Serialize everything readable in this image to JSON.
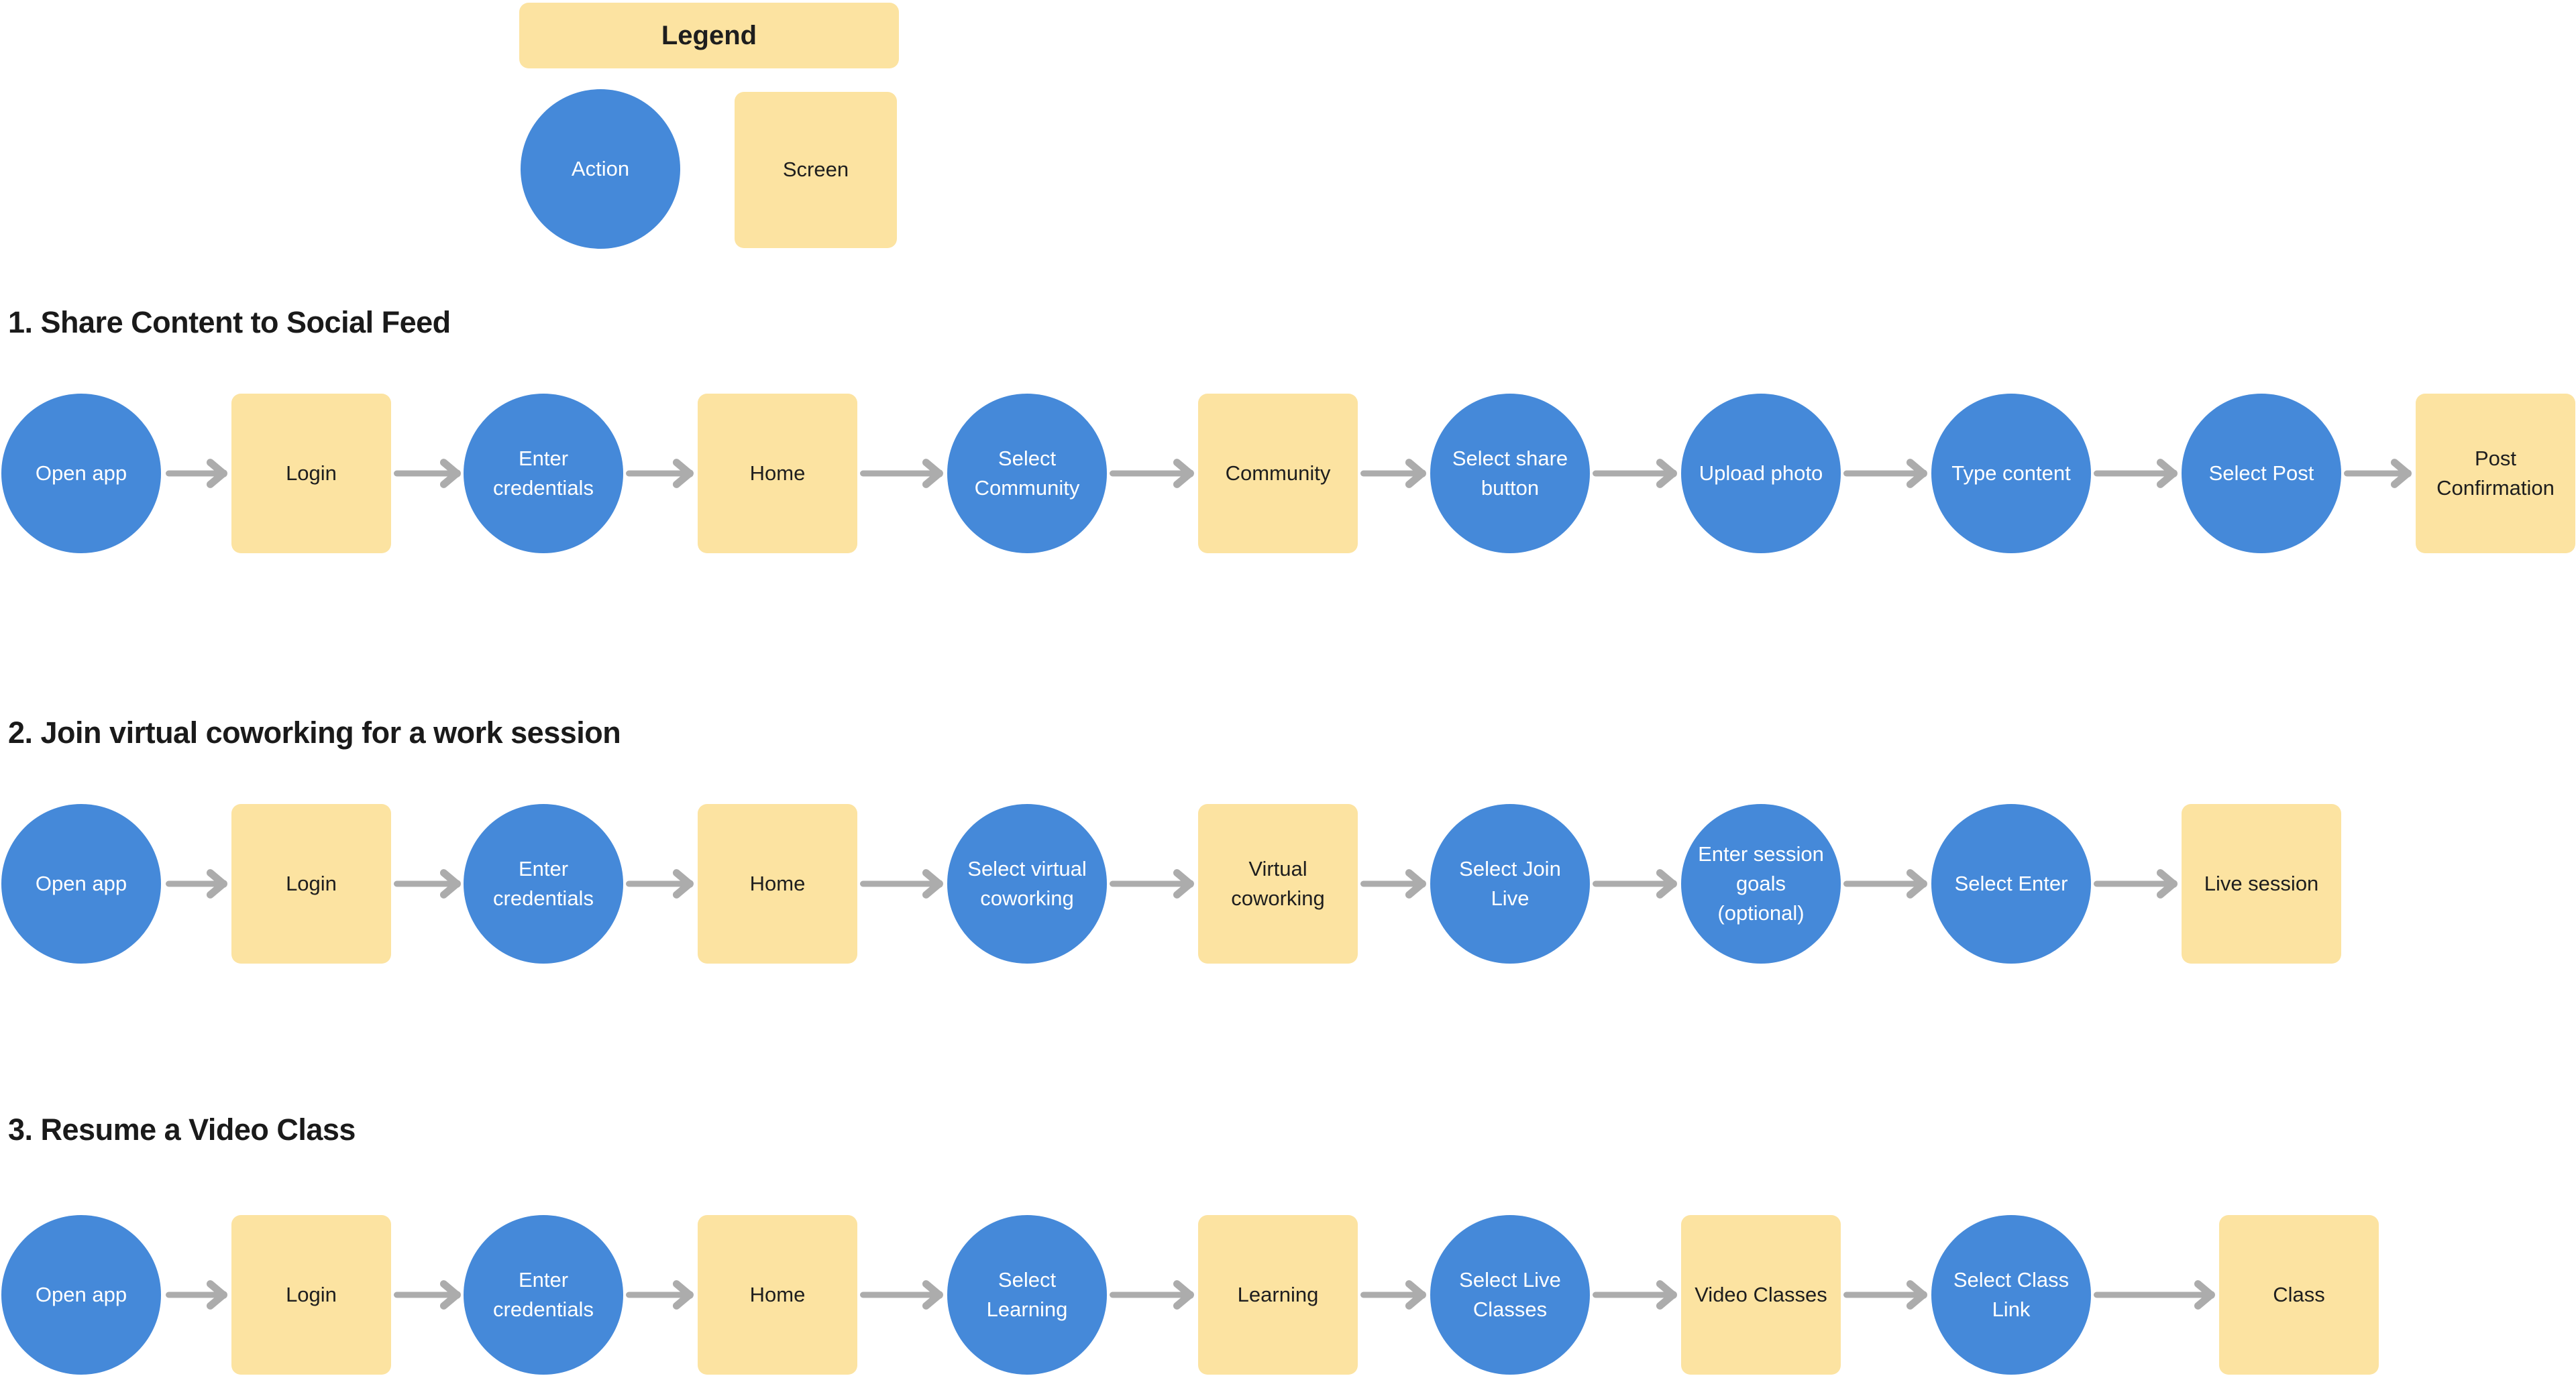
{
  "colors": {
    "action_fill": "#4589D9",
    "screen_fill": "#FCE3A1",
    "arrow": "#ACACAC",
    "action_text": "#FFFFFF",
    "screen_text": "#1E1E1E",
    "title_text": "#1A1A1A",
    "background": "#FFFFFF"
  },
  "legend": {
    "title": "Legend",
    "items": [
      {
        "shape": "circle",
        "label": "Action"
      },
      {
        "shape": "square",
        "label": "Screen"
      }
    ]
  },
  "flows": [
    {
      "title": "1. Share Content to Social Feed",
      "steps": [
        {
          "type": "action",
          "label": "Open app"
        },
        {
          "type": "screen",
          "label": "Login"
        },
        {
          "type": "action",
          "label": "Enter credentials"
        },
        {
          "type": "screen",
          "label": "Home"
        },
        {
          "type": "action",
          "label": "Select Community"
        },
        {
          "type": "screen",
          "label": "Community"
        },
        {
          "type": "action",
          "label": "Select share button"
        },
        {
          "type": "action",
          "label": "Upload photo"
        },
        {
          "type": "action",
          "label": "Type content"
        },
        {
          "type": "action",
          "label": "Select Post"
        },
        {
          "type": "screen",
          "label": "Post Confirmation"
        }
      ]
    },
    {
      "title": "2. Join virtual coworking for a work session",
      "steps": [
        {
          "type": "action",
          "label": "Open app"
        },
        {
          "type": "screen",
          "label": "Login"
        },
        {
          "type": "action",
          "label": "Enter credentials"
        },
        {
          "type": "screen",
          "label": "Home"
        },
        {
          "type": "action",
          "label": "Select virtual coworking"
        },
        {
          "type": "screen",
          "label": "Virtual coworking"
        },
        {
          "type": "action",
          "label": "Select Join Live"
        },
        {
          "type": "action",
          "label": "Enter session goals (optional)"
        },
        {
          "type": "action",
          "label": "Select Enter"
        },
        {
          "type": "screen",
          "label": "Live session"
        }
      ]
    },
    {
      "title": "3. Resume a Video Class",
      "steps": [
        {
          "type": "action",
          "label": "Open app"
        },
        {
          "type": "screen",
          "label": "Login"
        },
        {
          "type": "action",
          "label": "Enter credentials"
        },
        {
          "type": "screen",
          "label": "Home"
        },
        {
          "type": "action",
          "label": "Select Learning"
        },
        {
          "type": "screen",
          "label": "Learning"
        },
        {
          "type": "action",
          "label": "Select Live Classes"
        },
        {
          "type": "screen",
          "label": "Video Classes"
        },
        {
          "type": "action",
          "label": "Select Class Link"
        },
        {
          "type": "screen",
          "label": "Class"
        }
      ]
    }
  ]
}
